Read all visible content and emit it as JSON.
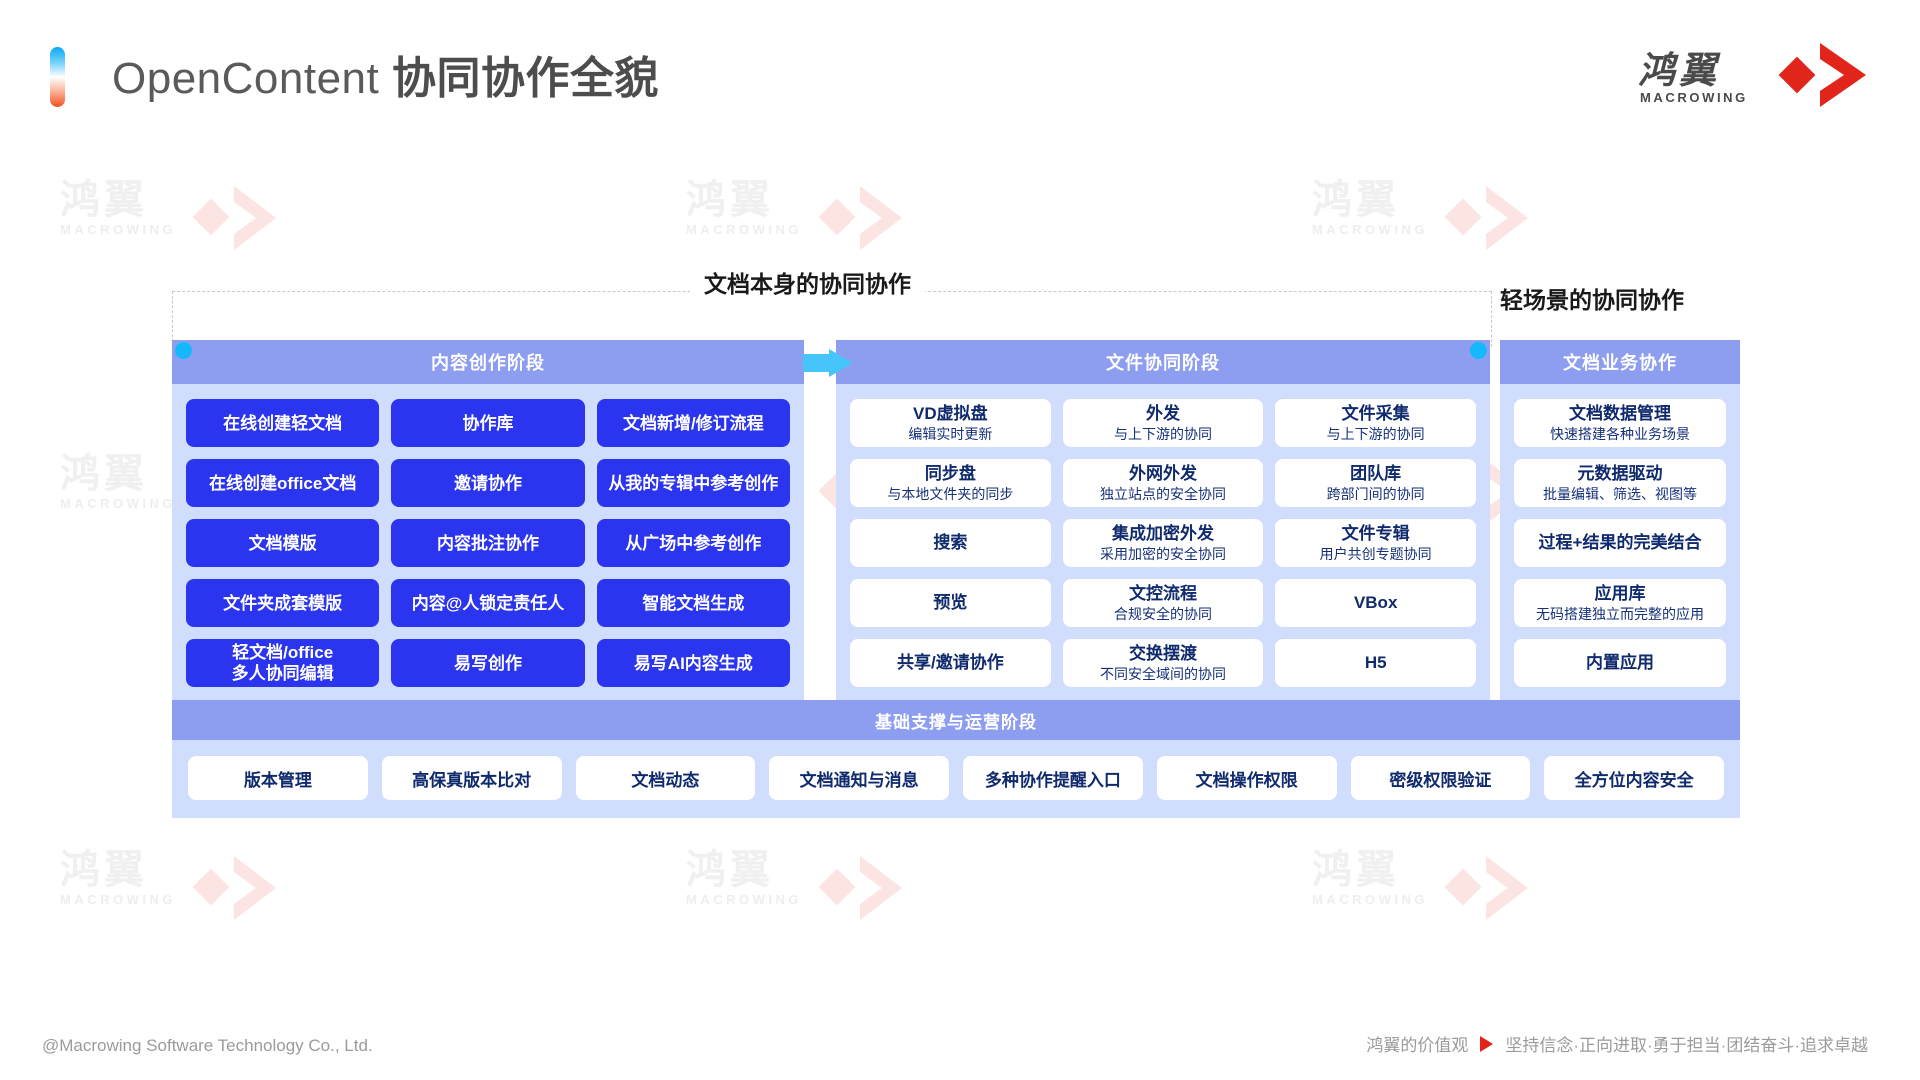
{
  "header": {
    "title_en": "OpenContent",
    "title_cn": "协同协作全貌",
    "logo_cn": "鸿翼",
    "logo_en": "MACROWING"
  },
  "brackets": {
    "left_label": "文档本身的协同协作",
    "right_label": "轻场景的协同协作"
  },
  "colors": {
    "card_blue": "#2b34ef",
    "panel_head": "#8d9df0",
    "panel_body": "#d1ddfd",
    "text_navy": "#102a6e",
    "accent_cyan": "#15b9fb",
    "brand_red": "#e1251b"
  },
  "panels": [
    {
      "id": "content-creation",
      "title": "内容创作阶段",
      "style": "blue",
      "columns": [
        [
          {
            "title": "在线创建轻文档"
          },
          {
            "title": "在线创建office文档"
          },
          {
            "title": "文档模版"
          },
          {
            "title": "文件夹成套模版"
          },
          {
            "title": "轻文档/office",
            "sub": "多人协同编辑"
          }
        ],
        [
          {
            "title": "协作库"
          },
          {
            "title": "邀请协作"
          },
          {
            "title": "内容批注协作"
          },
          {
            "title": "内容@人锁定责任人"
          },
          {
            "title": "易写创作"
          }
        ],
        [
          {
            "title": "文档新增/修订流程"
          },
          {
            "title": "从我的专辑中参考创作"
          },
          {
            "title": "从广场中参考创作"
          },
          {
            "title": "智能文档生成"
          },
          {
            "title": "易写AI内容生成"
          }
        ]
      ]
    },
    {
      "id": "file-collaboration",
      "title": "文件协同阶段",
      "style": "white",
      "columns": [
        [
          {
            "title": "VD虚拟盘",
            "sub": "编辑实时更新"
          },
          {
            "title": "同步盘",
            "sub": "与本地文件夹的同步"
          },
          {
            "title": "搜索",
            "sub": ""
          },
          {
            "title": "预览",
            "sub": ""
          },
          {
            "title": "共享/邀请协作",
            "sub": ""
          }
        ],
        [
          {
            "title": "外发",
            "sub": "与上下游的协同"
          },
          {
            "title": "外网外发",
            "sub": "独立站点的安全协同"
          },
          {
            "title": "集成加密外发",
            "sub": "采用加密的安全协同"
          },
          {
            "title": "文控流程",
            "sub": "合规安全的协同"
          },
          {
            "title": "交换摆渡",
            "sub": "不同安全域间的协同"
          }
        ],
        [
          {
            "title": "文件采集",
            "sub": "与上下游的协同"
          },
          {
            "title": "团队库",
            "sub": "跨部门间的协同"
          },
          {
            "title": "文件专辑",
            "sub": "用户共创专题协同"
          },
          {
            "title": "VBox",
            "sub": ""
          },
          {
            "title": "H5",
            "sub": ""
          }
        ]
      ]
    },
    {
      "id": "document-business",
      "title": "文档业务协作",
      "style": "white",
      "columns": [
        [
          {
            "title": "文档数据管理",
            "sub": "快速搭建各种业务场景"
          },
          {
            "title": "元数据驱动",
            "sub": "批量编辑、筛选、视图等"
          },
          {
            "title": "过程+结果的完美结合",
            "sub": ""
          },
          {
            "title": "应用库",
            "sub": "无码搭建独立而完整的应用"
          },
          {
            "title": "内置应用",
            "sub": ""
          }
        ]
      ]
    }
  ],
  "foundation": {
    "title": "基础支撑与运营阶段",
    "items": [
      "版本管理",
      "高保真版本比对",
      "文档动态",
      "文档通知与消息",
      "多种协作提醒入口",
      "文档操作权限",
      "密级权限验证",
      "全方位内容安全"
    ]
  },
  "footer": {
    "copyright": "@Macrowing Software Technology Co., Ltd.",
    "values_label": "鸿翼的价值观",
    "values_text": "坚持信念·正向进取·勇于担当·团结奋斗·追求卓越"
  },
  "watermark": {
    "cn": "鸿翼",
    "en": "MACROWING"
  }
}
